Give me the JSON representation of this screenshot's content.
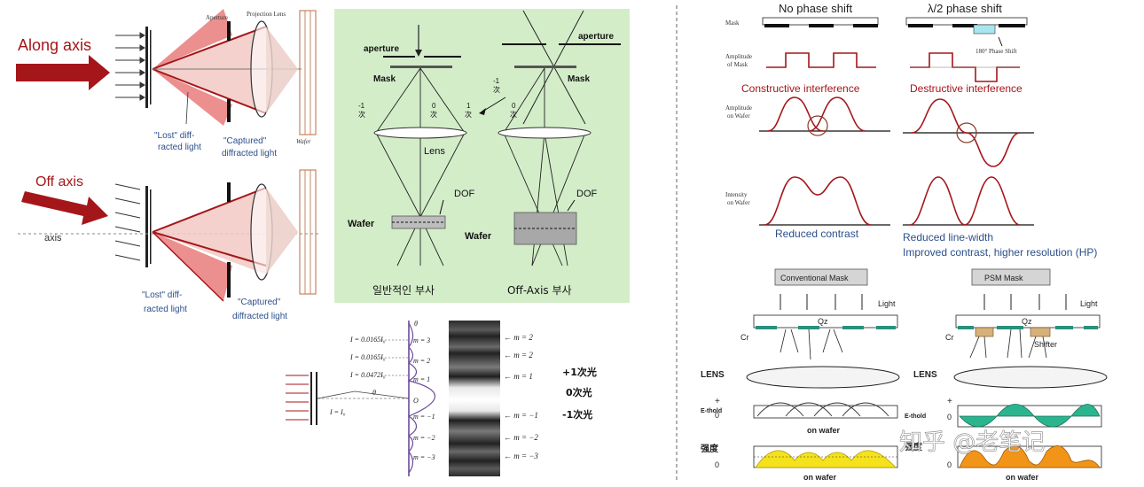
{
  "left_panel": {
    "along_title": "Along axis",
    "off_title": "Off axis",
    "axis_label": "axis",
    "aperture_label": "Aperture",
    "lens_label": "Projection Lens",
    "wafer_label": "Wafer",
    "lost_top_1": "\"Lost\" diff-",
    "lost_top_2": "racted light",
    "captured_top_1": "\"Captured\"",
    "captured_top_2": "diffracted light",
    "lost_bottom_1": "\"Lost\" diff-",
    "lost_bottom_2": "racted light",
    "captured_bottom_1": "\"Captured\"",
    "captured_bottom_2": "diffracted light",
    "colors": {
      "arrow": "#a4161a",
      "cone_light": "#f2c9c3",
      "cone_pink": "#eb8f8f",
      "captured_text": "#2b4f8a"
    }
  },
  "green_panel": {
    "aperture_left": "aperture",
    "aperture_right": "aperture",
    "mask_left": "Mask",
    "mask_right": "Mask",
    "order_m1": "-1",
    "order_0": "0",
    "order_p1": "1",
    "order_ci": "次",
    "lens": "Lens",
    "dof_left": "DOF",
    "dof_right": "DOF",
    "wafer_left": "Wafer",
    "wafer_right": "Wafer",
    "caption_left": "일반적인 부사",
    "caption_right": "Off-Axis 부사",
    "background": "#d4edc9"
  },
  "diffraction_panel": {
    "I_values": [
      "I = 0.0165I₀",
      "I = 0.0165I₀",
      "I = 0.0472I₀"
    ],
    "I0": "I = I₀",
    "theta": "θ",
    "origin": "O",
    "m_left": [
      "m = 3",
      "m = 2",
      "m = 1",
      "m = −1",
      "m = −2",
      "m = −3"
    ],
    "m_right": [
      "← m = 2",
      "← m = 2",
      "← m = 1",
      "← m = −1",
      "← m = −2",
      "← m = −3"
    ],
    "order_labels": [
      "+1次光",
      "0次光",
      "-1次光"
    ]
  },
  "phase_panel": {
    "title_left": "No phase shift",
    "title_right": "λ/2 phase shift",
    "mask_label": "Mask",
    "amp_mask_1": "Amplitude",
    "amp_mask_2": "of Mask",
    "amp_wafer_1": "Amplitude",
    "amp_wafer_2": "on Wafer",
    "intensity_1": "Intensity",
    "intensity_2": "on Wafer",
    "shifter_label": "180° Phase Shift",
    "constructive": "Constructive interference",
    "destructive": "Destructive interference",
    "reduced_contrast": "Reduced contrast",
    "reduced_linewidth": "Reduced line-width",
    "improved": "Improved contrast, higher resolution (HP)",
    "colors": {
      "curve": "#a4161a",
      "label": "#2b4f8a",
      "shifter": "#a8e6ef"
    }
  },
  "mask_panel": {
    "conventional": "Conventional Mask",
    "psm": "PSM  Mask",
    "light_left": "Light",
    "light_right": "Light",
    "qz_left": "Qz",
    "qz_right": "Qz",
    "cr_left": "Cr",
    "cr_right": "Cr",
    "shifter": "Shifter",
    "lens_left": "LENS",
    "lens_right": "LENS",
    "ethold_left": "E-thold",
    "ethold_right": "E-thold",
    "plus": "+",
    "zero": "0",
    "on_wafer": "on wafer",
    "intensity_left": "强度",
    "intensity_right": "强度",
    "watermark": "知乎 @老笔记",
    "colors": {
      "yellow": "#f4e21c",
      "orange": "#f29418",
      "green": "#2bb58e",
      "teal": "#2a8f7b"
    }
  }
}
